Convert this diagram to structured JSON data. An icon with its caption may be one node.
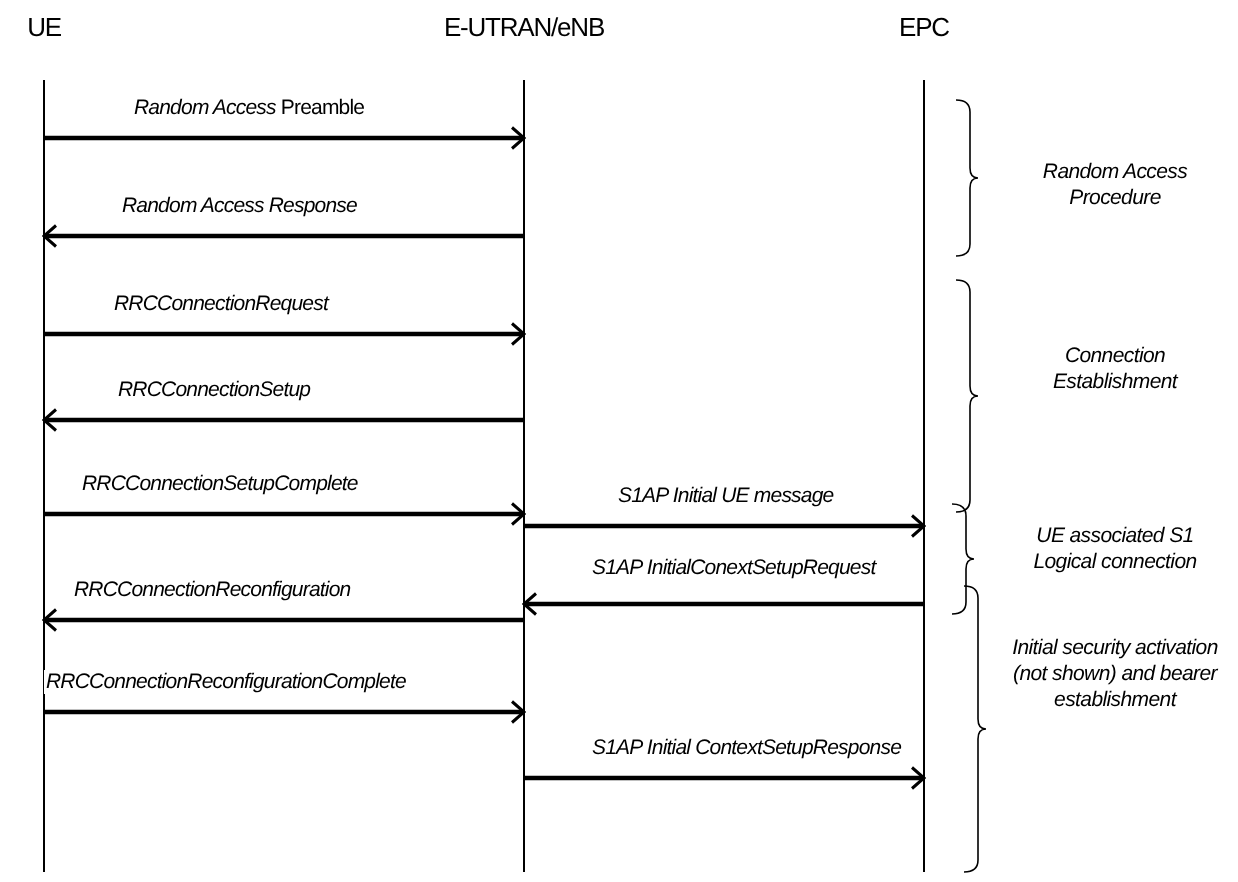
{
  "diagram": {
    "nodes": [
      {
        "text": [
          "UE"
        ]
      },
      {
        "text": [
          "E-UTRAN/eNB"
        ]
      },
      {
        "text": [
          "EPC"
        ]
      }
    ],
    "edges": [
      {
        "from": 0,
        "to": 1,
        "arrow": "to",
        "label": "*Random Access* Preamble"
      },
      {
        "from": 1,
        "to": 0,
        "arrow": "to",
        "label": "Random Access Response"
      },
      {
        "from": 0,
        "to": 1,
        "arrow": "to",
        "label": "RRCConnectionRequest"
      },
      {
        "from": 1,
        "to": 0,
        "arrow": "to",
        "label": "RRCConnectionSetup"
      },
      {
        "from": 0,
        "to": 1,
        "arrow": "to",
        "label": "RRCConnectionSetupComplete"
      },
      {
        "from": 1,
        "to": 2,
        "arrow": "to",
        "label": "S1AP Initial UE message"
      },
      {
        "from": 2,
        "to": 1,
        "arrow": "to",
        "label": "S1AP InitialConextSetupRequest"
      },
      {
        "from": 1,
        "to": 0,
        "arrow": "to",
        "label": "RRCConnectionReconfiguration"
      },
      {
        "from": 0,
        "to": 1,
        "arrow": "to",
        "label": "RRCConnectionReconfigurationComplete"
      },
      {
        "from": 1,
        "to": 2,
        "arrow": "to",
        "label": "S1AP Initial ContextSetupResponse"
      }
    ],
    "labels": [
      "Random Access Procedure",
      "Connection Establishment",
      "UE associated S1 Logical connection",
      "Initial security activation (not shown) and bearer establishment"
    ]
  }
}
